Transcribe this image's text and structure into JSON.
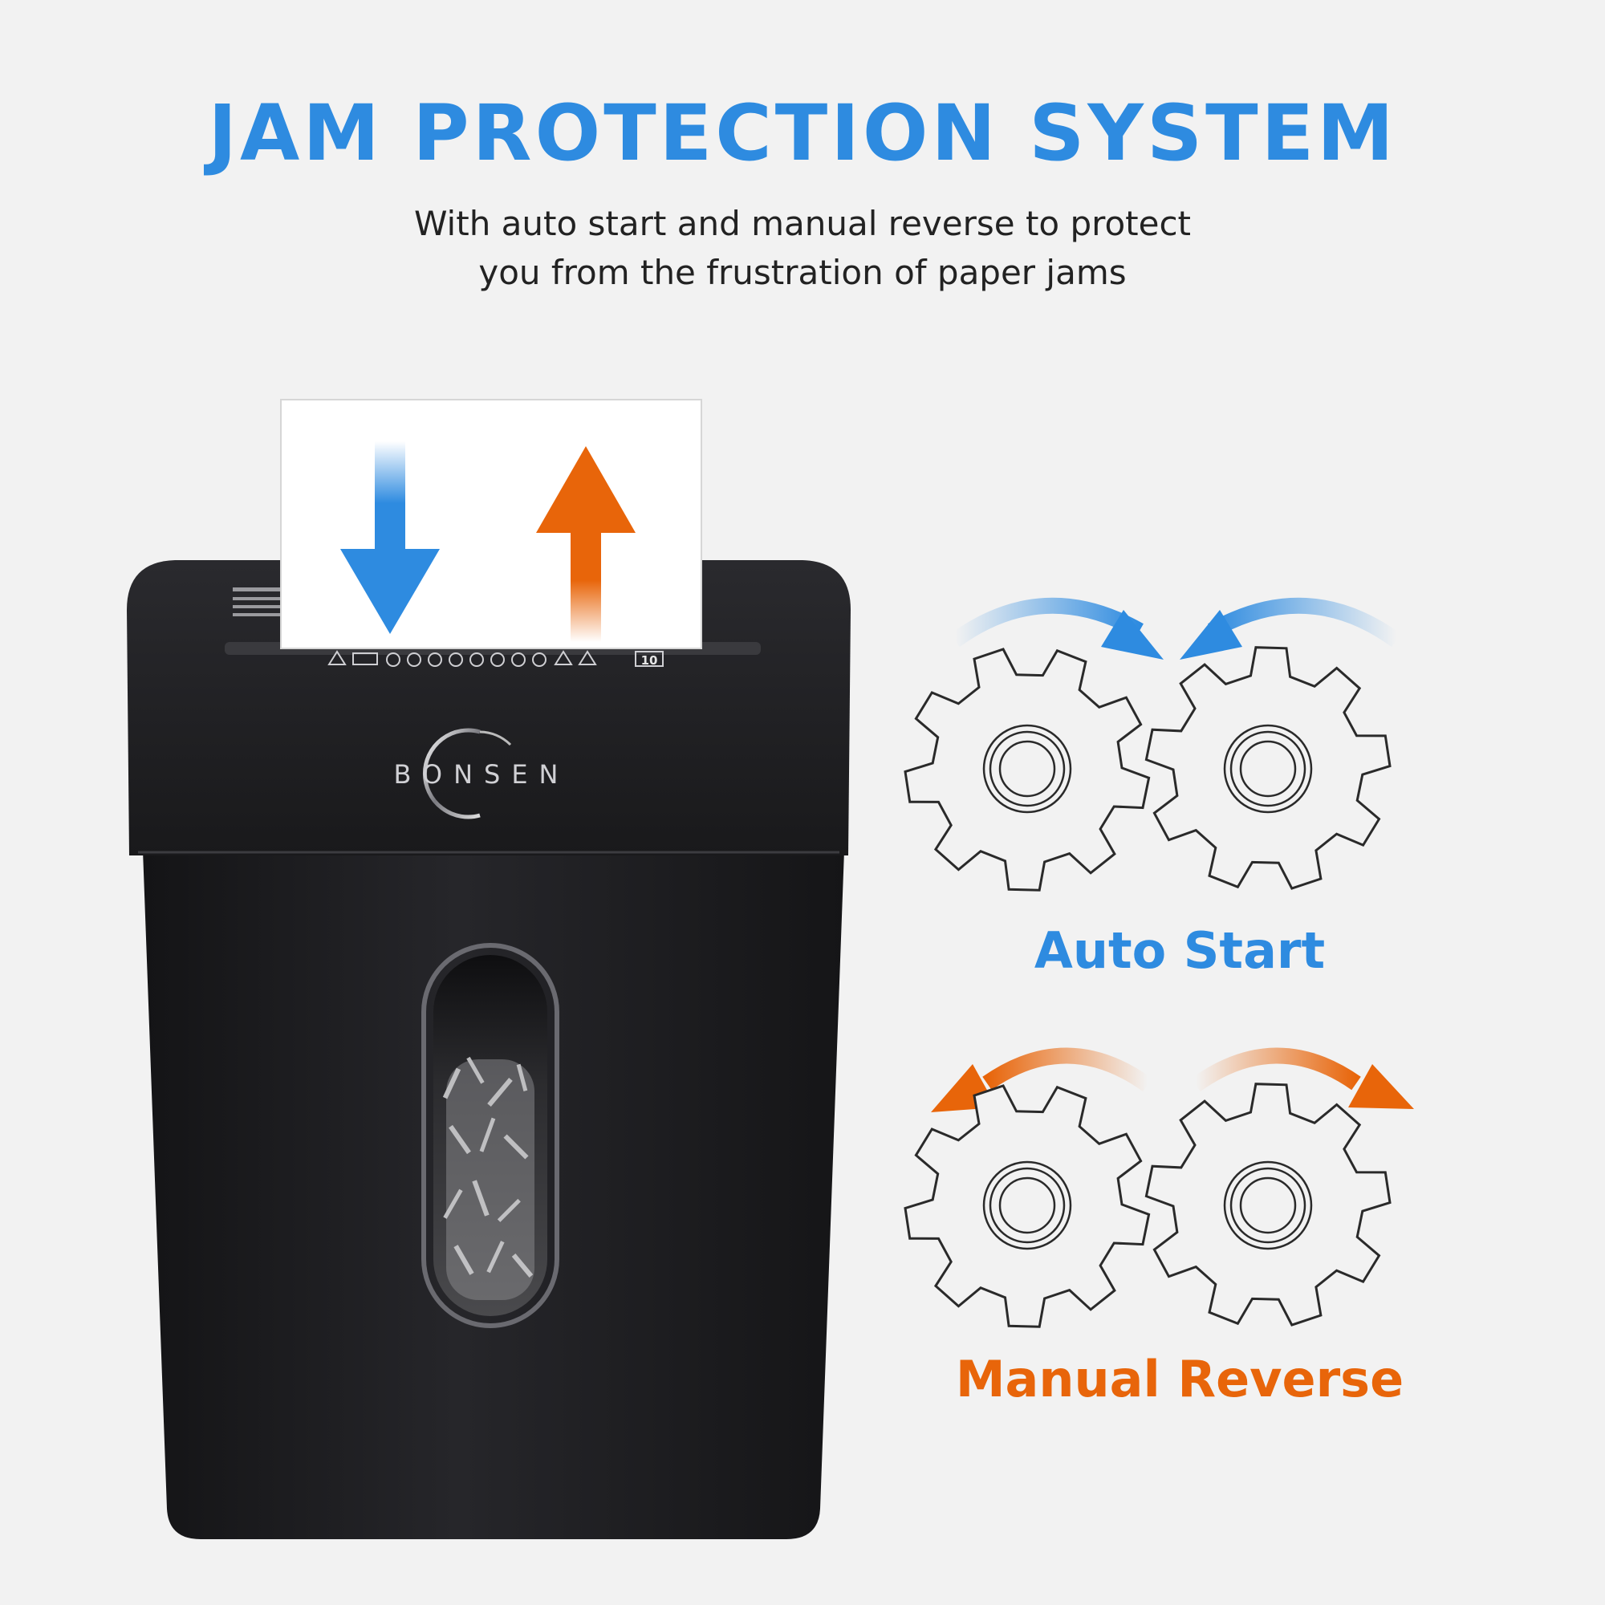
{
  "header": {
    "title": "JAM PROTECTION SYSTEM",
    "subtitle_line1": "With auto start and manual reverse to protect",
    "subtitle_line2": "you from the frustration of paper jams"
  },
  "product": {
    "brand": "BONSEN",
    "sheet_capacity_badge": "10"
  },
  "features": {
    "auto_start": "Auto Start",
    "manual_reverse": "Manual Reverse"
  },
  "colors": {
    "accent_blue": "#2e8be0",
    "accent_orange": "#e8650a",
    "body_black": "#1c1c1e",
    "background": "#f2f2f2"
  }
}
